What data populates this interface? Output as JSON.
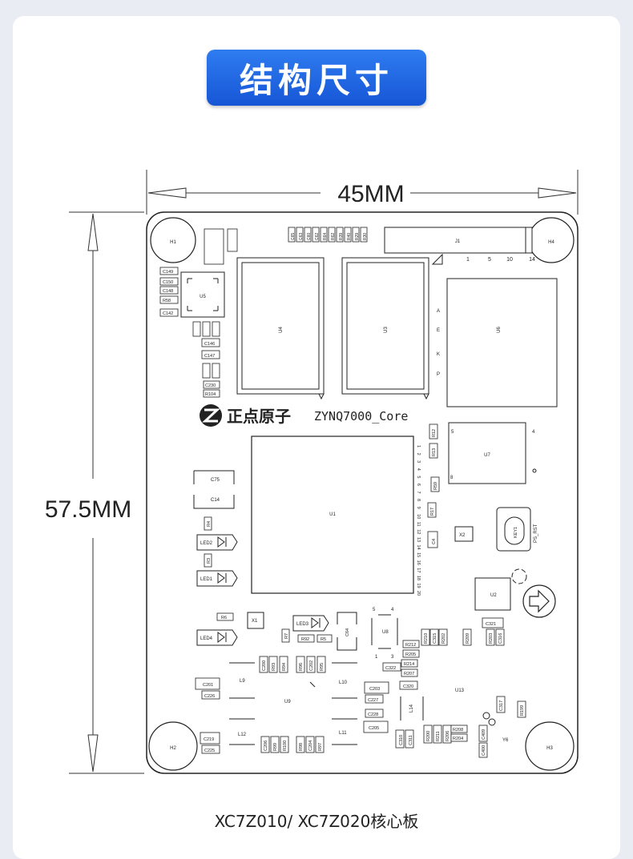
{
  "title": "结构尺寸",
  "caption": "XC7Z010/ XC7Z020核心板",
  "dimensions": {
    "width_label": "45MM",
    "height_label": "57.5MM"
  },
  "board": {
    "logo_text": "正点原子",
    "model_text": "ZYNQ7000_Core",
    "mounting_holes": [
      "H1",
      "H4",
      "H2",
      "H3"
    ],
    "connector": {
      "label": "J1",
      "pins": [
        "1",
        "5",
        "10",
        "14"
      ]
    },
    "chips": {
      "u5": "U5",
      "u4": "U4",
      "u3": "U3",
      "u6": "U6",
      "u7": "U7",
      "u1": "U1",
      "u2": "U2",
      "u8": "U8",
      "u9": "U9",
      "u13": "U13"
    },
    "u6_pins": [
      "A",
      "E",
      "K",
      "P"
    ],
    "u7_pins": [
      "5",
      "4",
      "8"
    ],
    "u8_pins": [
      "5",
      "4",
      "1",
      "3"
    ],
    "leds": [
      "LED2",
      "LED1",
      "LED3",
      "LED4"
    ],
    "key": {
      "label": "KEY1",
      "net": "PS_RST"
    },
    "misc": {
      "x1": "X1",
      "x2": "X2",
      "y6": "Y6",
      "l9": "L9",
      "l10": "L10",
      "l11": "L11",
      "l12": "L12",
      "l14": "L14"
    },
    "top_caps": [
      "C65",
      "C63",
      "C60",
      "C62",
      "R64",
      "R62",
      "R39",
      "R40",
      "R29",
      "R30"
    ],
    "left_parts": [
      "C149",
      "C150",
      "C148",
      "R58",
      "C142",
      "C146",
      "C147",
      "C230",
      "R104"
    ],
    "mid_parts": [
      "C75",
      "C14",
      "R4",
      "R3",
      "R6",
      "R7",
      "R92",
      "R5",
      "C64"
    ],
    "bottom_left_parts": [
      "C201",
      "C226",
      "C219",
      "C225",
      "C200",
      "R93",
      "R94",
      "R96",
      "C202",
      "R95"
    ],
    "bottom_row_parts": [
      "C206",
      "R99",
      "R100",
      "R98",
      "C204",
      "R97"
    ],
    "center_parts": [
      "R212",
      "R205",
      "C322",
      "R214",
      "R207",
      "C320",
      "C203",
      "C227",
      "C228",
      "C205",
      "C310",
      "C311"
    ],
    "right_parts": [
      "R12",
      "R13",
      "R59",
      "R17",
      "C4",
      "R210",
      "C315",
      "R202",
      "R209",
      "R203",
      "C316",
      "C321",
      "C317",
      "R199",
      "C409",
      "R200",
      "R211",
      "R208",
      "R206",
      "R204",
      "C400"
    ],
    "bga_cols": [
      "1",
      "2",
      "3",
      "4",
      "5",
      "6",
      "7",
      "8",
      "9",
      "10",
      "11",
      "12",
      "13",
      "14",
      "15",
      "16",
      "17",
      "18",
      "19",
      "20"
    ]
  }
}
